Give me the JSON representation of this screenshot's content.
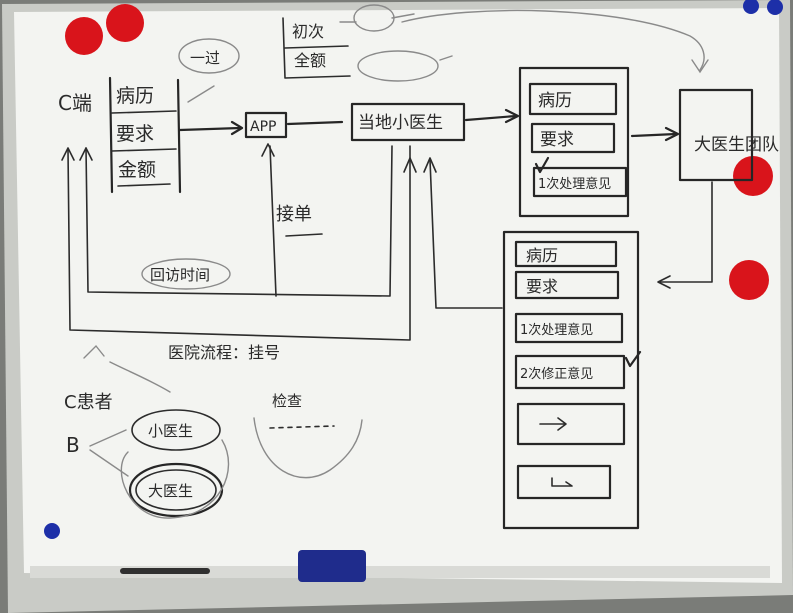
{
  "board": {
    "surface_color": "#f3f4f1",
    "frame_color": "#c9cbc6",
    "magnet_red": "#d9141b",
    "magnet_blue": "#1d2fa8"
  },
  "left_column": {
    "side_label": "C端",
    "items": [
      "病历",
      "要求",
      "金额"
    ]
  },
  "top_notes": {
    "pass": "一过",
    "first_diag": "初次",
    "full_amount": "全额"
  },
  "flow": {
    "app": "APP",
    "local_doctor": "当地小医生",
    "take_order": "接单",
    "return_time": "回访时间"
  },
  "panel_one": {
    "items": [
      "病历",
      "要求",
      "1次处理意见"
    ]
  },
  "expert": {
    "label": "大医生团队"
  },
  "panel_two": {
    "items": [
      "病历",
      "要求",
      "1次处理意见",
      "2次修正意见"
    ]
  },
  "bottom_left": {
    "process": "医院流程：挂号",
    "check": "检查",
    "patient": "C患者",
    "b_label": "B",
    "small_doc": "小医生",
    "big_doc": "大医生"
  }
}
